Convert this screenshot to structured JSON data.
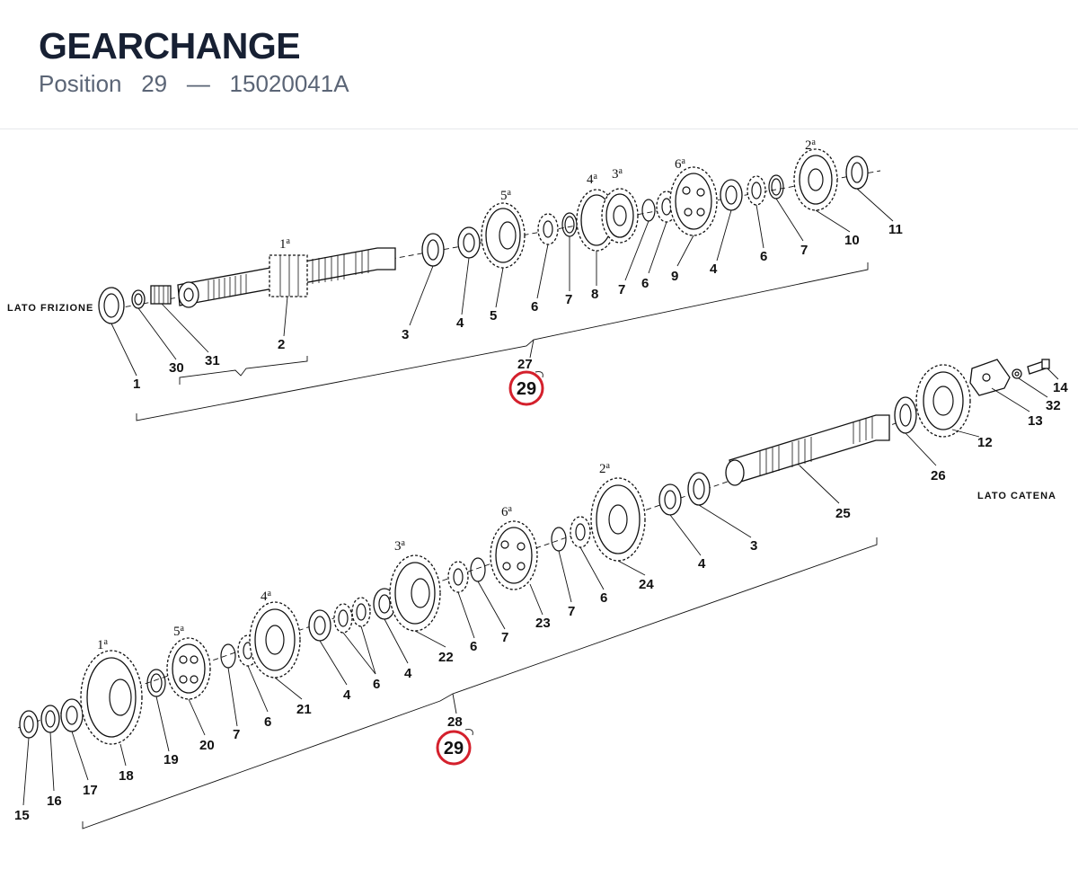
{
  "header": {
    "title": "GEARCHANGE",
    "position_label": "Position",
    "position_number": "29",
    "separator": "—",
    "part_number": "15020041A"
  },
  "side_labels": {
    "clutch_side": "LATO FRIZIONE",
    "chain_side": "LATO CATENA"
  },
  "callouts": {
    "top": {
      "label": "29",
      "sub": "27"
    },
    "bottom": {
      "label": "29",
      "sub": "28"
    }
  },
  "colors": {
    "callout_ring": "#d4202c",
    "ink": "#111111",
    "title": "#172033",
    "subtitle": "#5b6576"
  },
  "gear_ordinals": {
    "top": [
      "1",
      "5",
      "4",
      "3",
      "6",
      "2"
    ],
    "bottom": [
      "1",
      "5",
      "4",
      "3",
      "6",
      "2"
    ],
    "suffix": "a"
  },
  "top_labels": [
    "1",
    "30",
    "31",
    "2",
    "3",
    "4",
    "5",
    "6",
    "7",
    "8",
    "7",
    "6",
    "9",
    "4",
    "6",
    "7",
    "10",
    "11"
  ],
  "bottom_labels": [
    "15",
    "16",
    "17",
    "18",
    "19",
    "20",
    "7",
    "6",
    "21",
    "4",
    "6",
    "4",
    "22",
    "6",
    "7",
    "23",
    "7",
    "6",
    "24",
    "4",
    "3",
    "25",
    "26",
    "12",
    "13",
    "32",
    "14"
  ]
}
